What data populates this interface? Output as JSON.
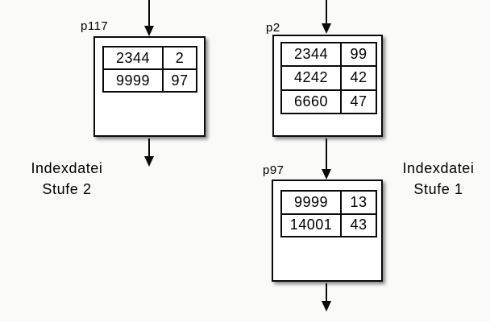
{
  "diagram": {
    "background": "#fafaf9",
    "line_color": "#0a0a0a",
    "box_fill": "#ffffff",
    "captions": {
      "left": {
        "line1": "Indexdatei",
        "line2": "Stufe 2"
      },
      "right": {
        "line1": "Indexdatei",
        "line2": "Stufe 1"
      }
    },
    "nodes": {
      "p117": {
        "id": "p117",
        "rows": [
          {
            "key": "2344",
            "ptr": "2"
          },
          {
            "key": "9999",
            "ptr": "97"
          }
        ]
      },
      "p2": {
        "id": "p2",
        "rows": [
          {
            "key": "2344",
            "ptr": "99"
          },
          {
            "key": "4242",
            "ptr": "42"
          },
          {
            "key": "6660",
            "ptr": "47"
          }
        ]
      },
      "p97": {
        "id": "p97",
        "rows": [
          {
            "key": "9999",
            "ptr": "13"
          },
          {
            "key": "14001",
            "ptr": "43"
          }
        ]
      }
    }
  }
}
